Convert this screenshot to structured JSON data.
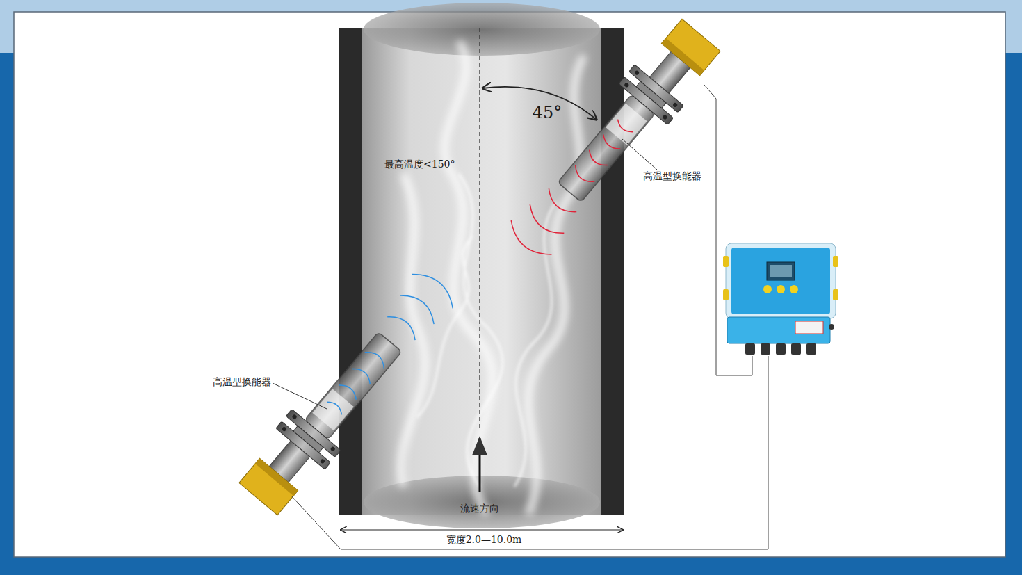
{
  "diagram": {
    "labels": [
      "45°",
      "最高温度<150°",
      "高温型换能器",
      "高温型换能器",
      "流速方向",
      "宽度2.0—10.0m"
    ]
  }
}
